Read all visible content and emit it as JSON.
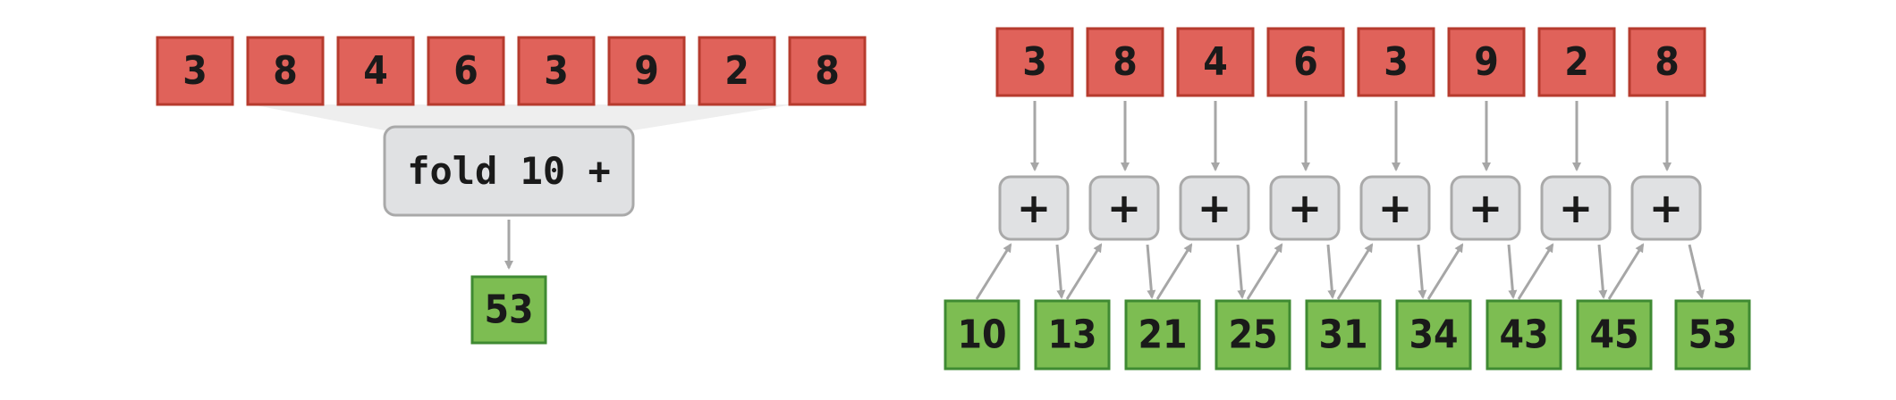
{
  "left_panel": {
    "inputs": [
      "3",
      "8",
      "4",
      "6",
      "3",
      "9",
      "2",
      "8"
    ],
    "fold_label": "fold 10 +",
    "result": "53"
  },
  "right_panel": {
    "inputs": [
      "3",
      "8",
      "4",
      "6",
      "3",
      "9",
      "2",
      "8"
    ],
    "operator": "+",
    "accumulators": [
      "10",
      "13",
      "21",
      "25",
      "31",
      "34",
      "43",
      "45",
      "53"
    ]
  },
  "colors": {
    "input_fill": "#e0625a",
    "input_stroke": "#b63b2e",
    "output_fill": "#7dbd52",
    "output_stroke": "#3f8a32",
    "op_fill": "#e0e1e3",
    "op_stroke": "#a9a9a9",
    "arrow": "#a6a6a6",
    "funnel": "#eeeeee"
  }
}
